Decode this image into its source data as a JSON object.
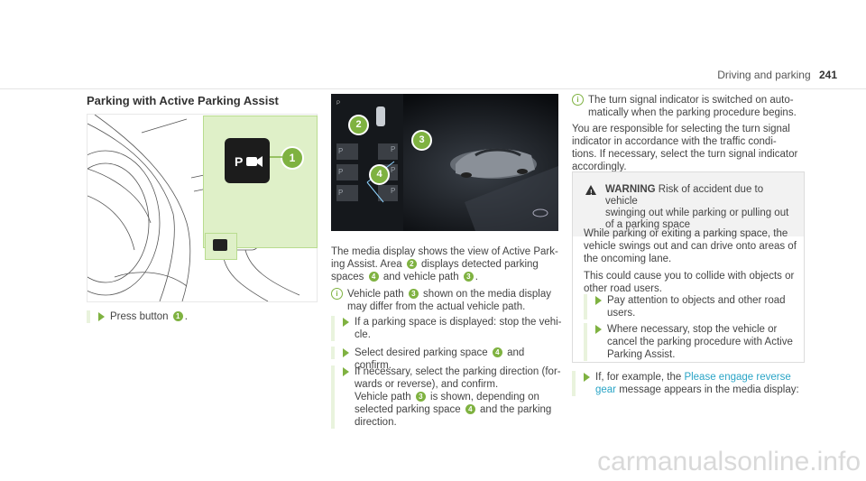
{
  "running_header": {
    "section": "Driving and parking",
    "page_number": "241"
  },
  "section_title": "Parking with Active Parking Assist",
  "left_column": {
    "step": {
      "text_before": "Press button ",
      "button_number": "1",
      "text_after": "."
    },
    "callout_number": "1"
  },
  "media_screen": {
    "callouts": [
      "2",
      "3",
      "4"
    ],
    "parking_labels": [
      "P",
      "P",
      "P",
      "P",
      "P",
      "P"
    ]
  },
  "middle_column": {
    "intro": {
      "line1": "The media display shows the view of Active Park-",
      "line2_a": "ing Assist. Area ",
      "n2": "2",
      "line2_b": " displays detected parking",
      "line3_a": "spaces ",
      "n4": "4",
      "line3_b": " and vehicle path ",
      "n3": "3",
      "line3_c": "."
    },
    "note": {
      "line1_a": "Vehicle path ",
      "n3": "3",
      "line1_b": " shown on the media display",
      "line2": "may differ from the actual vehicle path."
    },
    "step1": {
      "line1": "If a parking space is displayed: stop the vehi-",
      "line2": "cle."
    },
    "step2": {
      "text_a": "Select desired parking space ",
      "n4": "4",
      "text_b": " and confirm."
    },
    "step3": {
      "line1": "If necessary, select the parking direction (for-",
      "line2": "wards or reverse), and confirm.",
      "line3_a": "Vehicle path ",
      "n3": "3",
      "line3_b": " is shown, depending on",
      "line4_a": "selected parking space ",
      "n4": "4",
      "line4_b": " and the parking",
      "line5": "direction."
    }
  },
  "right_column": {
    "note": {
      "line1": "The turn signal indicator is switched on auto-",
      "line2": "matically when the parking procedure begins."
    },
    "para": {
      "line1": "You are responsible for selecting the turn signal",
      "line2": "indicator in accordance with the traffic condi-",
      "line3": "tions. If necessary, select the turn signal indicator",
      "line4": "accordingly."
    },
    "warning": {
      "label": "WARNING",
      "head1": " Risk of accident due to vehicle",
      "head2": "swinging out while parking or pulling out",
      "head3": "of a parking space",
      "body1": "While parking or exiting a parking space, the",
      "body2": "vehicle swings out and can drive onto areas of",
      "body3": "the oncoming lane.",
      "body4": "This could cause you to collide with objects or",
      "body5": "other road users.",
      "step1_line1": "Pay attention to objects and other road",
      "step1_line2": "users.",
      "step2_line1": "Where necessary, stop the vehicle or",
      "step2_line2": "cancel the parking procedure with Active",
      "step2_line3": "Parking Assist."
    },
    "final_step": {
      "line1_a": "If, for example, the ",
      "link_a": "Please engage reverse",
      "link_b": "gear",
      "line2_b": " message appears in the media display:"
    }
  },
  "watermark": "carmanualsonline.info",
  "colors": {
    "accent_green": "#7fb241",
    "link_blue": "#29a4c6",
    "highlight": "#dff0c8"
  }
}
